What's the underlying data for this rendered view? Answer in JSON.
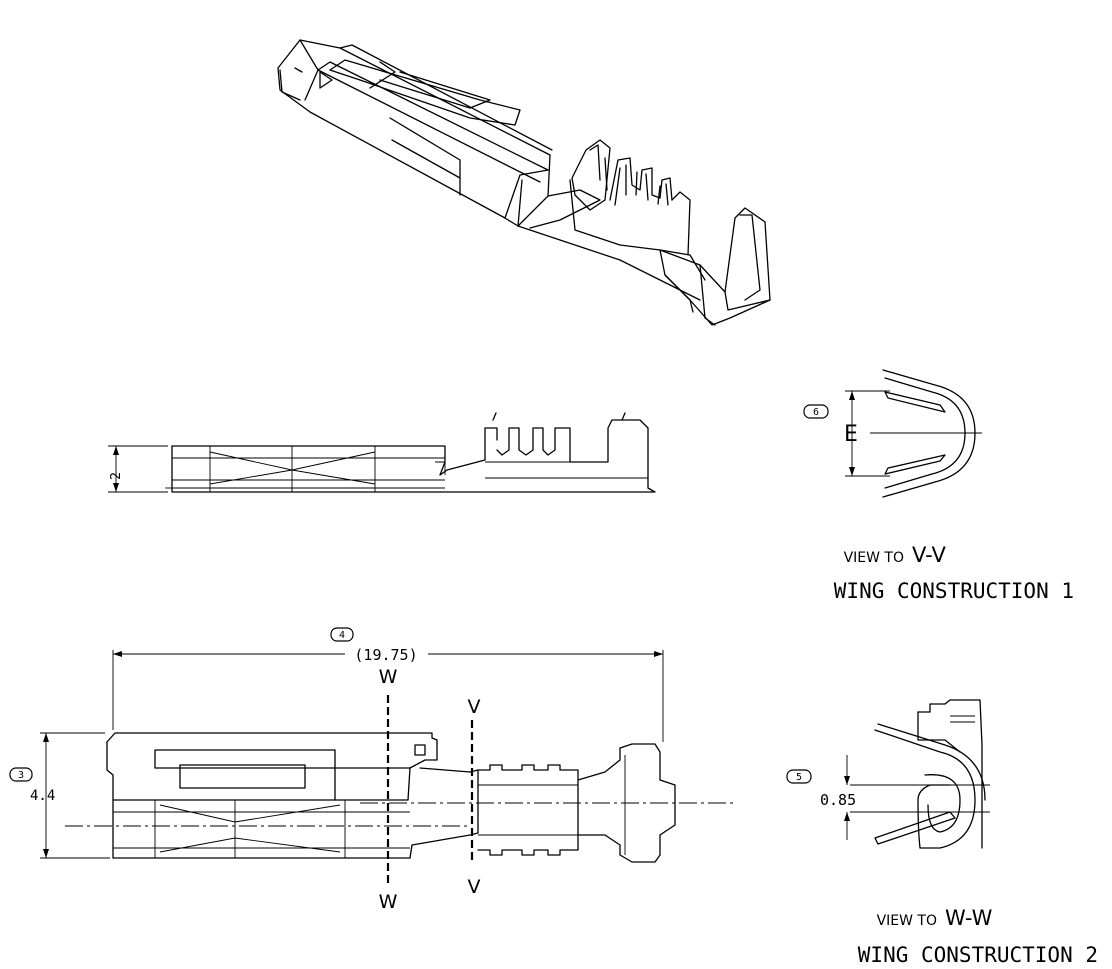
{
  "dimensions": {
    "height_side": "2",
    "width_top": "4.4",
    "length": "(19.75)",
    "wing_gap": "0.85",
    "wing_opening": "E"
  },
  "callouts": {
    "c3": "3",
    "c4": "4",
    "c5": "5",
    "c6": "6"
  },
  "section_marks": {
    "w_top": "W",
    "w_bottom": "W",
    "v_top": "V",
    "v_bottom": "V"
  },
  "views": {
    "view1_caption_prefix": "VIEW TO",
    "view1_caption_section": "V-V",
    "view1_title": "WING CONSTRUCTION 1",
    "view2_caption_prefix": "VIEW TO",
    "view2_caption_section": "W-W",
    "view2_title": "WING CONSTRUCTION 2"
  }
}
